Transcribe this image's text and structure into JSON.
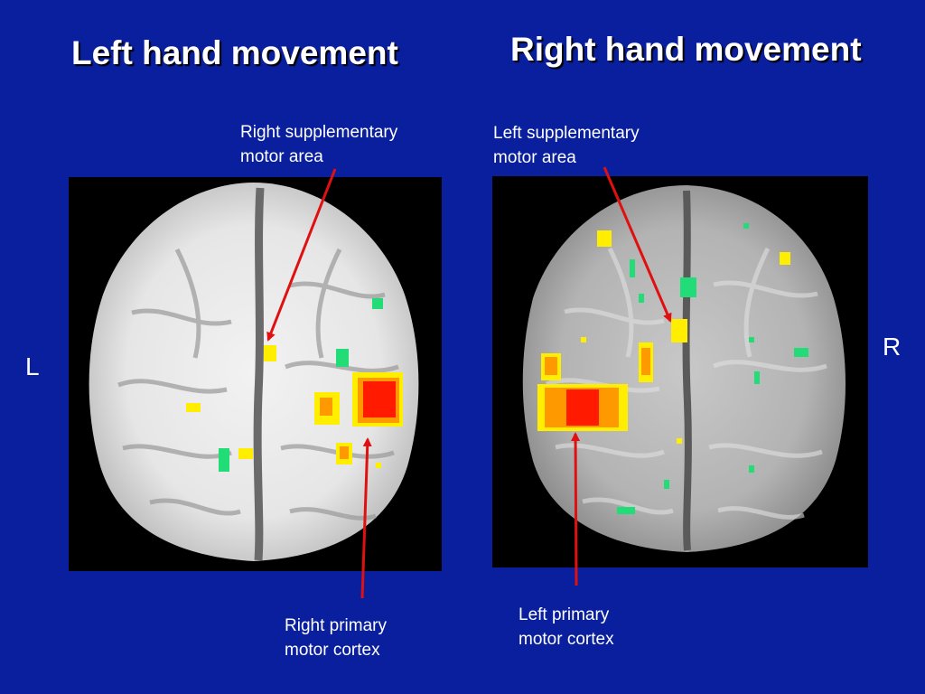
{
  "titles": {
    "left": "Left hand movement",
    "right": "Right hand movement"
  },
  "labels": {
    "right_sma_line1": "Right supplementary",
    "right_sma_line2": "motor area",
    "left_sma_line1": "Left supplementary",
    "left_sma_line2": "motor area",
    "right_m1_line1": "Right primary",
    "right_m1_line2": "motor cortex",
    "left_m1_line1": "Left primary",
    "left_m1_line2": "motor cortex"
  },
  "orientation": {
    "left": "L",
    "right": "R"
  },
  "colors": {
    "background": "#0a1f9e",
    "arrow": "#e01010",
    "activation_high": "#ff0000",
    "activation_mid": "#ff9900",
    "activation_low": "#ffee00",
    "deactivation": "#22dd77"
  }
}
